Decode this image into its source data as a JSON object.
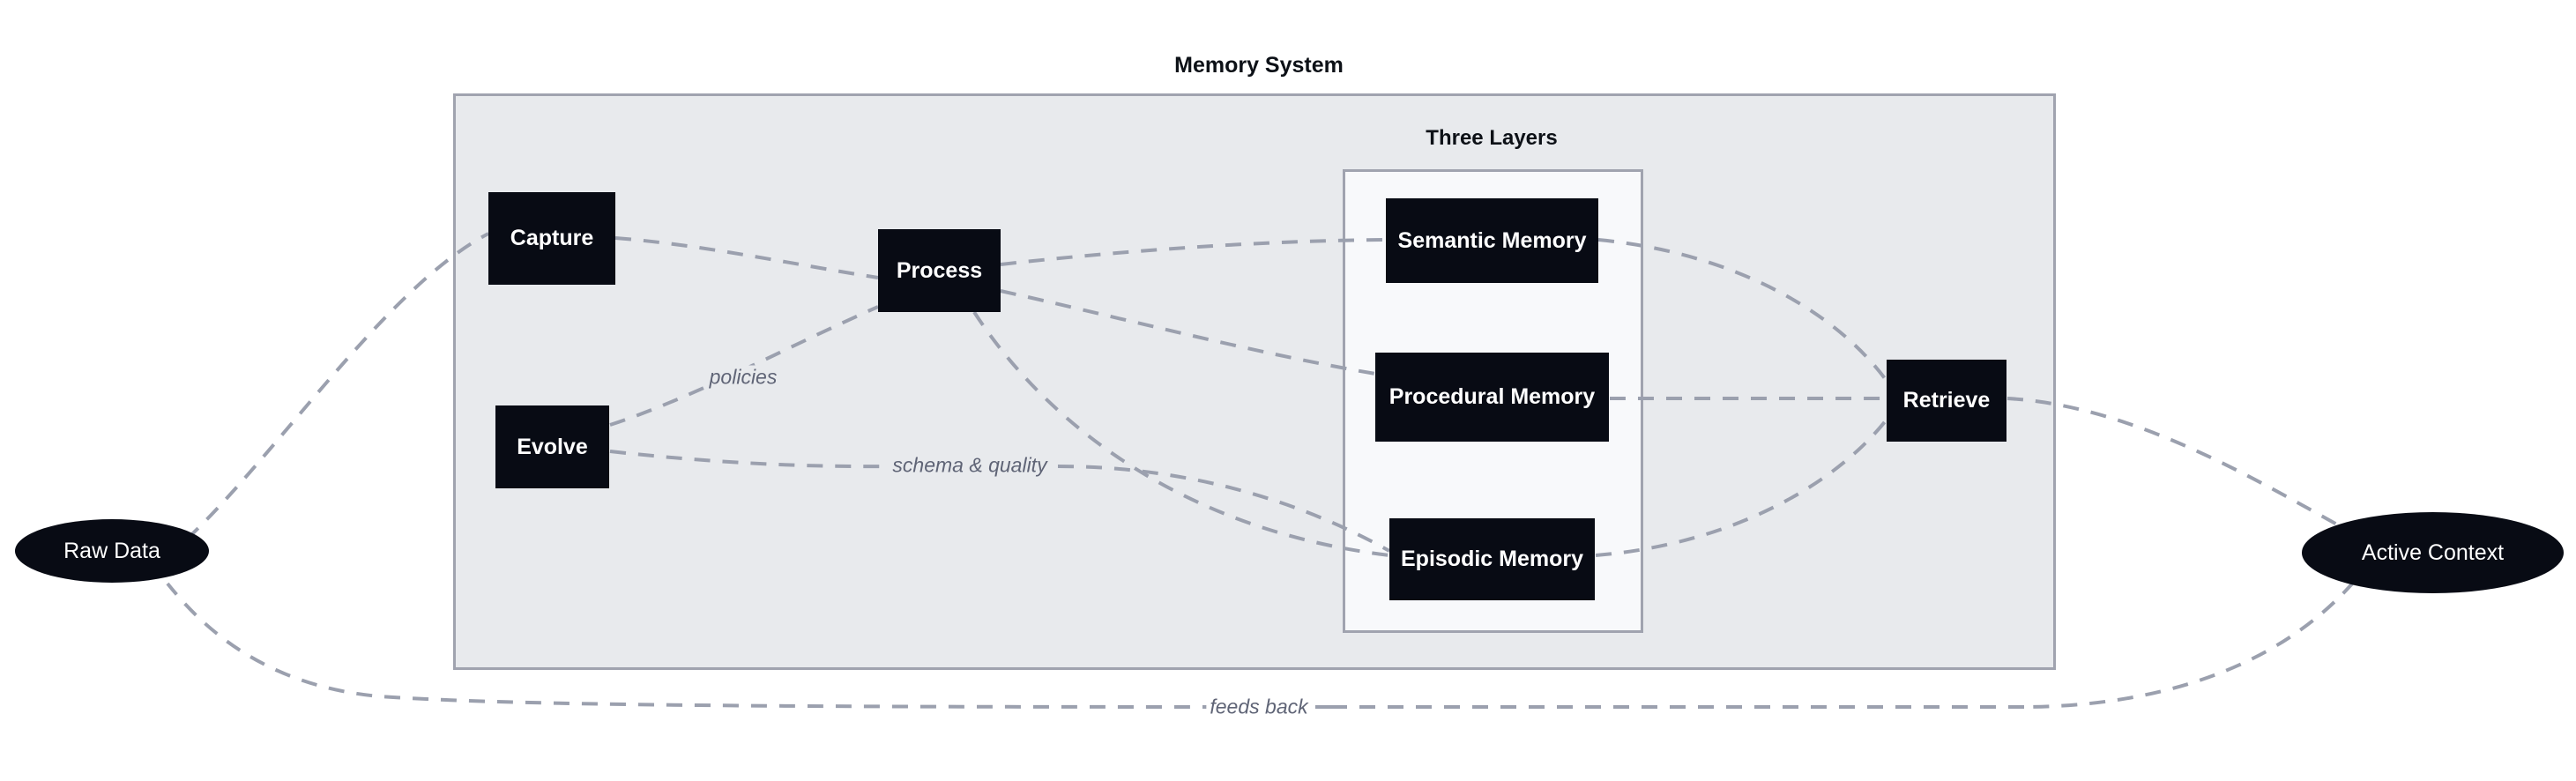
{
  "diagram": {
    "type": "flowchart",
    "direction": "left-to-right",
    "title": "Memory System",
    "background": "#ffffff",
    "colors": {
      "node_fill": "#080b14",
      "node_text": "#ffffff",
      "outer_subgraph_fill": "#e8eaed",
      "inner_subgraph_fill": "#f8f9fb",
      "subgraph_border": "#a0a3af",
      "edge_stroke": "#9ba0ae",
      "edge_label_text": "#5f6476",
      "title_text": "#0d1117"
    },
    "subgraphs": [
      {
        "id": "memory-system",
        "label": "Memory System"
      },
      {
        "id": "three-layers",
        "label": "Three Layers"
      }
    ],
    "nodes": [
      {
        "id": "raw-data",
        "label": "Raw Data",
        "shape": "ellipse"
      },
      {
        "id": "capture",
        "label": "Capture",
        "shape": "rect"
      },
      {
        "id": "process",
        "label": "Process",
        "shape": "rect"
      },
      {
        "id": "evolve",
        "label": "Evolve",
        "shape": "rect"
      },
      {
        "id": "semantic-memory",
        "label": "Semantic Memory",
        "shape": "rect"
      },
      {
        "id": "procedural-memory",
        "label": "Procedural Memory",
        "shape": "rect"
      },
      {
        "id": "episodic-memory",
        "label": "Episodic Memory",
        "shape": "rect"
      },
      {
        "id": "retrieve",
        "label": "Retrieve",
        "shape": "rect"
      },
      {
        "id": "active-context",
        "label": "Active Context",
        "shape": "ellipse"
      }
    ],
    "edges": [
      {
        "from": "raw-data",
        "to": "capture",
        "label": "",
        "style": "dashed"
      },
      {
        "from": "capture",
        "to": "process",
        "label": "",
        "style": "dashed"
      },
      {
        "from": "process",
        "to": "semantic-memory",
        "label": "",
        "style": "dashed"
      },
      {
        "from": "process",
        "to": "procedural-memory",
        "label": "",
        "style": "dashed"
      },
      {
        "from": "process",
        "to": "episodic-memory",
        "label": "",
        "style": "dashed"
      },
      {
        "from": "evolve",
        "to": "process",
        "label": "policies",
        "style": "dashed"
      },
      {
        "from": "evolve",
        "to": "episodic-memory",
        "label": "schema & quality",
        "style": "dashed"
      },
      {
        "from": "semantic-memory",
        "to": "retrieve",
        "label": "",
        "style": "dashed"
      },
      {
        "from": "procedural-memory",
        "to": "retrieve",
        "label": "",
        "style": "dashed"
      },
      {
        "from": "episodic-memory",
        "to": "retrieve",
        "label": "",
        "style": "dashed"
      },
      {
        "from": "retrieve",
        "to": "active-context",
        "label": "",
        "style": "dashed"
      },
      {
        "from": "active-context",
        "to": "raw-data",
        "label": "feeds back",
        "style": "dashed"
      }
    ],
    "edge_labels": [
      {
        "id": "policies",
        "text": "policies"
      },
      {
        "id": "schema-quality",
        "text": "schema & quality"
      },
      {
        "id": "feeds-back",
        "text": "feeds back"
      }
    ]
  }
}
